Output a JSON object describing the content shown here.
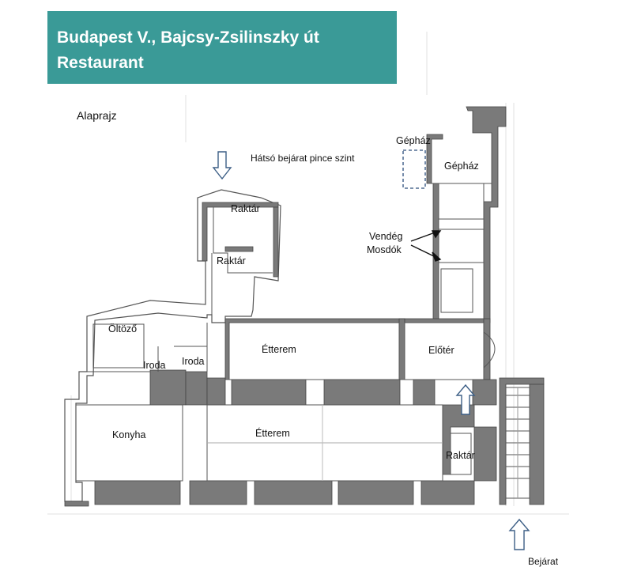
{
  "header": {
    "title_line1": "Budapest V., Bajcsy-Zsilinszky út",
    "title_line2": "Restaurant",
    "background_color": "#3a9a97"
  },
  "plan": {
    "heading": "Alaprajz",
    "annotations": {
      "back_entrance": "Hátsó bejárat pince szint",
      "entrance": "Bejárat",
      "guest_toilets_line1": "Vendég",
      "guest_toilets_line2": "Mosdók"
    },
    "rooms": {
      "gephaz_1": "Gépház",
      "gephaz_2": "Gépház",
      "raktar_1": "Raktár",
      "raktar_2": "Raktár",
      "raktar_3": "Raktár",
      "oltozo": "Öltöző",
      "iroda_1": "Iroda",
      "iroda_2": "Iroda",
      "etterem_1": "Étterem",
      "etterem_2": "Étterem",
      "eloter": "Előtér",
      "konyha": "Konyha"
    },
    "colors": {
      "wall": "#6e6e6e",
      "line": "#555555",
      "arrow": "#3d5f86"
    }
  }
}
